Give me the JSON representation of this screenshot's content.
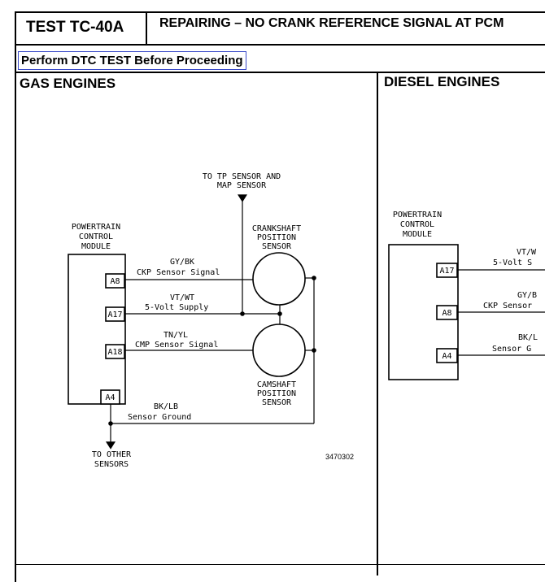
{
  "header": {
    "test_id": "TEST TC-40A",
    "title": "REPAIRING – NO CRANK REFERENCE SIGNAL AT PCM"
  },
  "dtc_link": "Perform DTC TEST Before Proceeding",
  "gas": {
    "section_title": "GAS ENGINES",
    "pcm_label": [
      "POWERTRAIN",
      "CONTROL",
      "MODULE"
    ],
    "to_tp": [
      "TO TP SENSOR AND",
      "MAP SENSOR"
    ],
    "ckp_sensor": [
      "CRANKSHAFT",
      "POSITION",
      "SENSOR"
    ],
    "cmp_sensor": [
      "CAMSHAFT",
      "POSITION",
      "SENSOR"
    ],
    "to_other": [
      "TO OTHER",
      "SENSORS"
    ],
    "pins": [
      "A8",
      "A17",
      "A18",
      "A4"
    ],
    "wires": [
      {
        "color": "GY/BK",
        "signal": "CKP Sensor Signal"
      },
      {
        "color": "VT/WT",
        "signal": "5-Volt Supply"
      },
      {
        "color": "TN/YL",
        "signal": "CMP Sensor Signal"
      },
      {
        "color": "BK/LB",
        "signal": "Sensor Ground"
      }
    ],
    "figure_number": "3470302"
  },
  "diesel": {
    "section_title": "DIESEL ENGINES",
    "pcm_label": [
      "POWERTRAIN",
      "CONTROL",
      "MODULE"
    ],
    "pins": [
      "A17",
      "A8",
      "A4"
    ],
    "wires": [
      {
        "color": "VT/W",
        "signal": "5-Volt S"
      },
      {
        "color": "GY/B",
        "signal": "CKP Sensor"
      },
      {
        "color": "BK/L",
        "signal": "Sensor G"
      }
    ]
  }
}
